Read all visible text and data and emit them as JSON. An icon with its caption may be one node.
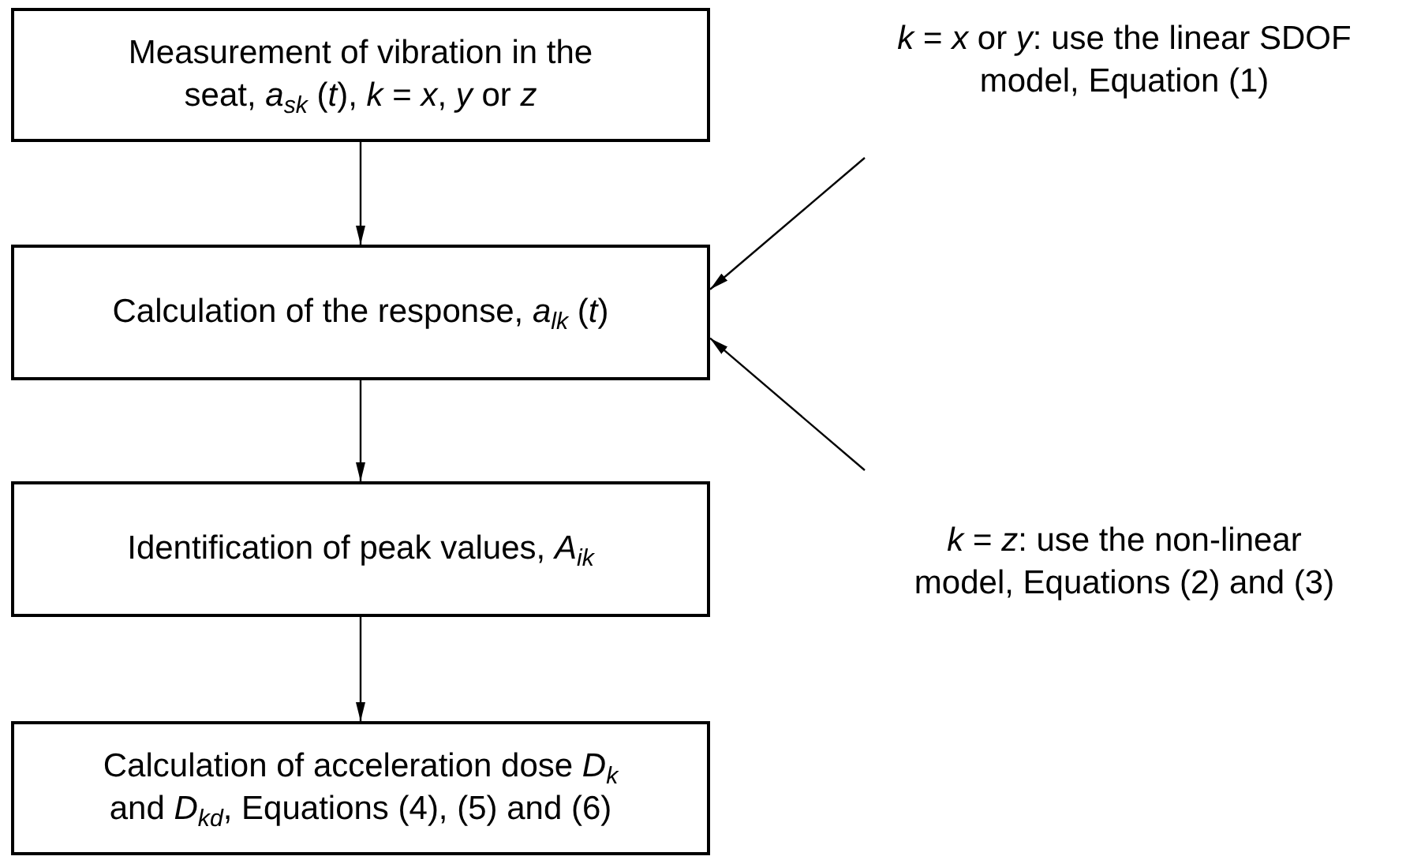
{
  "diagram": {
    "nodes": [
      {
        "text": [
          "Measurement of vibration in the seat, *a*$_{sk}$ (*t*), *k* = *x*, *y* or *z*"
        ]
      },
      {
        "text": [
          "Calculation of the response, *a*$_{lk}$ (*t*)"
        ]
      },
      {
        "text": [
          "Identification of peak values, *A*$_{ik}$"
        ]
      },
      {
        "text": [
          "Calculation of acceleration dose *D*$_{k}$ and *D*$_{kd}$, Equations (4), (5) and (6)"
        ]
      },
      {
        "text": [
          "*k* = *x* or *y*: use the linear SDOF model, Equation (1)"
        ]
      },
      {
        "text": [
          "*k* = *z*: use the non-linear model, Equations (2) and (3)"
        ]
      }
    ],
    "edges": [
      {
        "from": 0,
        "to": 1,
        "arrow": "to"
      },
      {
        "from": 1,
        "to": 2,
        "arrow": "to"
      },
      {
        "from": 2,
        "to": 3,
        "arrow": "to"
      },
      {
        "from": 4,
        "to": 1,
        "arrow": "to"
      },
      {
        "from": 5,
        "to": 1,
        "arrow": "to"
      }
    ]
  }
}
